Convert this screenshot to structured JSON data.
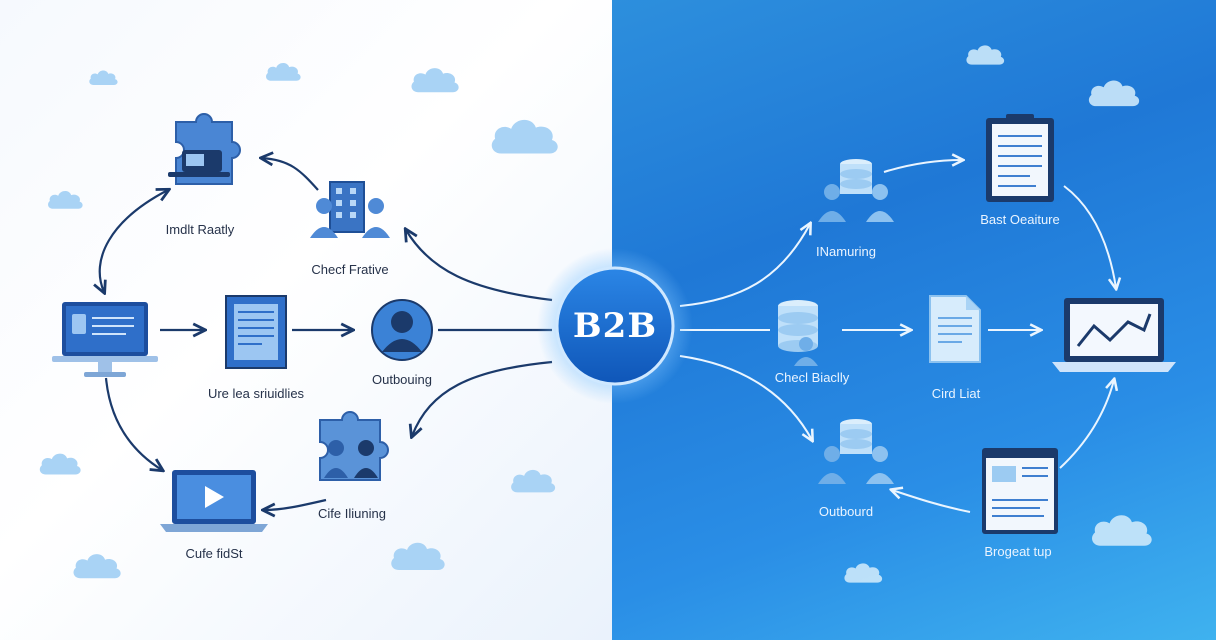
{
  "hub": {
    "label": "B2B"
  },
  "left": {
    "nodes": [
      {
        "id": "l1",
        "label": "Imdlt Raatly"
      },
      {
        "id": "l2",
        "label": "Checf Frative"
      },
      {
        "id": "l3",
        "label": "Ure lea sriuidlies"
      },
      {
        "id": "l4",
        "label": "Outbouing"
      },
      {
        "id": "l5",
        "label": "Cife Iliuning"
      },
      {
        "id": "l6",
        "label": "Cufe fidSt"
      }
    ]
  },
  "right": {
    "nodes": [
      {
        "id": "r1",
        "label": "INamuring"
      },
      {
        "id": "r2",
        "label": "Bast Oeaiture"
      },
      {
        "id": "r3",
        "label": "Checl Biaclly"
      },
      {
        "id": "r4",
        "label": "Cird Liat"
      },
      {
        "id": "r5",
        "label": "Outbourd"
      },
      {
        "id": "r6",
        "label": "Brogeat tup"
      }
    ]
  },
  "colors": {
    "navy": "#1b3a6b",
    "accent_blue": "#2e6fd0",
    "left_background": "#f6f9fe",
    "right_background": "#1f78d6",
    "hub": "#1565c8",
    "cloud_left": "#a9d3f5",
    "cloud_right": "#cde9fb"
  },
  "icons": {
    "l1": "puzzle-monitor-icon",
    "l2": "building-team-icon",
    "l3": "document-icon",
    "l4": "user-avatar-icon",
    "l5": "puzzle-team-icon",
    "l6": "laptop-video-icon",
    "l7": "desktop-monitor-icon",
    "r1": "database-team-icon",
    "r2": "clipboard-report-icon",
    "r3": "database-user-icon",
    "r4": "file-document-icon",
    "r5": "database-team-icon",
    "r6": "browser-window-icon",
    "r7": "laptop-chart-icon"
  }
}
